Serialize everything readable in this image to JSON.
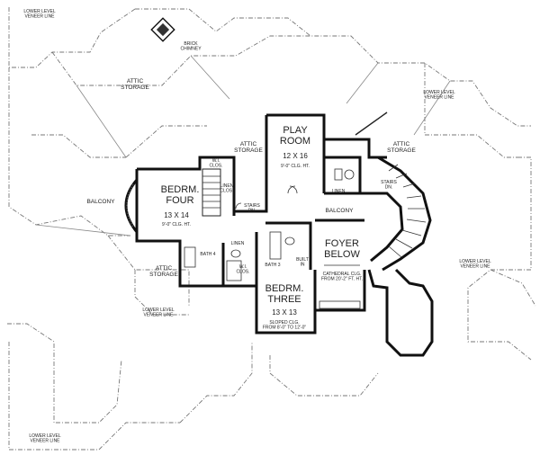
{
  "labels": {
    "lower_veneer_1": "LOWER LEVEL\nVENEER LINE",
    "brick_chimney": "BRICK\nCHIMNEY",
    "attic_storage_top": "ATTIC\nSTORAGE",
    "lower_veneer_right": "LOWER LEVEL\nVENEER LINE",
    "play_room_title": "PLAY\nROOM",
    "play_room_dim": "12 X 16",
    "play_room_clg": "9'-0\" CLG. HT.",
    "attic_storage_mid": "ATTIC\nSTORAGE",
    "attic_storage_right": "ATTIC\nSTORAGE",
    "wi_clos_top": "W.I.\nCLOS.",
    "linen_clos": "LINEN\nCLOS.",
    "bedrm_four_title": "BEDRM.\nFOUR",
    "bedrm_four_dim": "13 X 14",
    "bedrm_four_clg": "9'-0\" CLG. HT.",
    "balcony_left": "BALCONY",
    "stairs_dn_left": "STAIRS\nDN.",
    "balcony_mid": "BALCONY",
    "stairs_dn_right": "STAIRS\nDN.",
    "linen_right": "LINEN",
    "bath_4": "BATH 4",
    "linen_bath": "LINEN",
    "wi_clos_bath": "W.I.\nCLOS.",
    "bath_3": "BATH 3",
    "built_in": "BUILT\nIN",
    "foyer_title": "FOYER\nBELOW",
    "foyer_clg": "CATHEDRAL CLG.\nFROM 20'-2\" FT. HT.",
    "attic_storage_left": "ATTIC\nSTORAGE",
    "bedrm_three_title": "BEDRM.\nTHREE",
    "bedrm_three_dim": "13 X 13",
    "bedrm_three_clg": "SLOPED CLG.\nFROM 8'-0\" TO 12'-0\"",
    "lower_veneer_mid": "LOWER LEVEL\nVENEER LINE",
    "lower_veneer_rt2": "LOWER LEVEL\nVENEER LINE",
    "lower_veneer_bottom": "LOWER LEVEL\nVENEER LINE"
  }
}
